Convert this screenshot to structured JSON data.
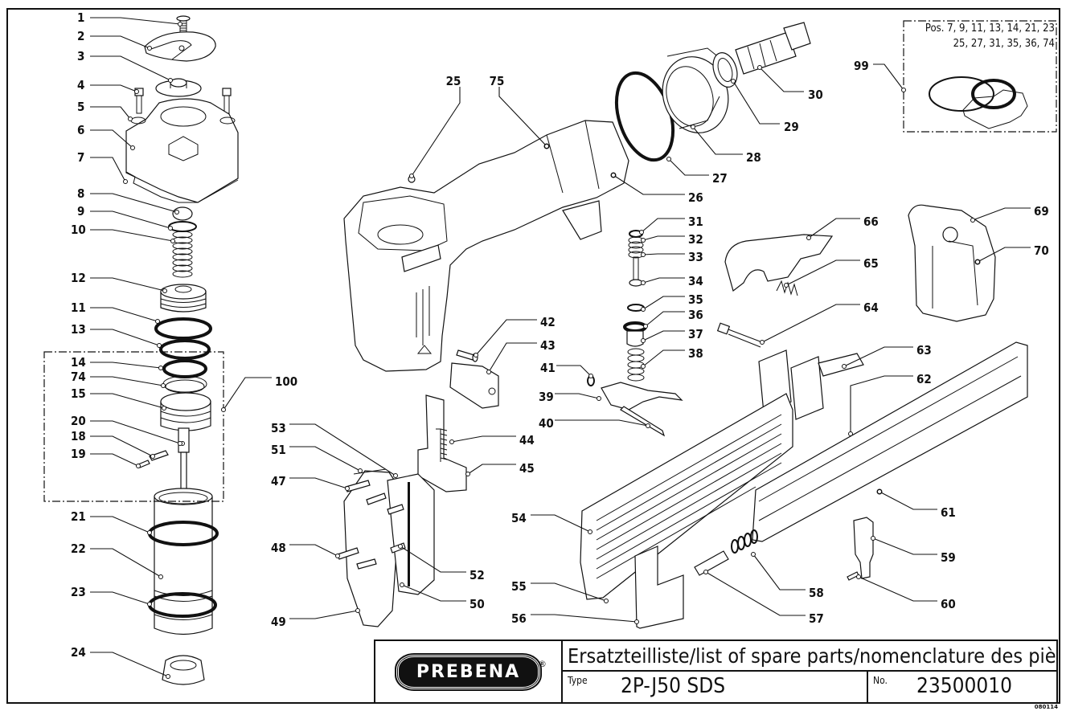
{
  "document": {
    "brand": "PREBENA",
    "registered_mark": "®",
    "title": "Ersatzteilliste/list of spare parts/nomenclature des pièces",
    "type_label": "Type",
    "type_value": "2P-J50 SDS",
    "number_label": "No.",
    "number_value": "23500010",
    "doc_code": "080114"
  },
  "kit_box": {
    "position_number": "99",
    "line1": "Pos. 7, 9, 11, 13, 14, 21, 23",
    "line2": "25, 27, 31, 35, 36, 74"
  },
  "assembly_group": {
    "position_number": "100",
    "contains": [
      "14",
      "74",
      "15",
      "20",
      "18",
      "19"
    ]
  },
  "part_labels": [
    {
      "id": "1"
    },
    {
      "id": "2"
    },
    {
      "id": "3"
    },
    {
      "id": "4"
    },
    {
      "id": "5"
    },
    {
      "id": "6"
    },
    {
      "id": "7"
    },
    {
      "id": "8"
    },
    {
      "id": "9"
    },
    {
      "id": "10"
    },
    {
      "id": "12"
    },
    {
      "id": "11"
    },
    {
      "id": "13"
    },
    {
      "id": "14"
    },
    {
      "id": "74"
    },
    {
      "id": "15"
    },
    {
      "id": "20"
    },
    {
      "id": "18"
    },
    {
      "id": "19"
    },
    {
      "id": "21"
    },
    {
      "id": "22"
    },
    {
      "id": "23"
    },
    {
      "id": "24"
    },
    {
      "id": "100"
    },
    {
      "id": "25"
    },
    {
      "id": "75"
    },
    {
      "id": "26"
    },
    {
      "id": "27"
    },
    {
      "id": "28"
    },
    {
      "id": "29"
    },
    {
      "id": "30"
    },
    {
      "id": "99"
    },
    {
      "id": "31"
    },
    {
      "id": "32"
    },
    {
      "id": "33"
    },
    {
      "id": "34"
    },
    {
      "id": "35"
    },
    {
      "id": "36"
    },
    {
      "id": "37"
    },
    {
      "id": "38"
    },
    {
      "id": "41"
    },
    {
      "id": "39"
    },
    {
      "id": "40"
    },
    {
      "id": "42"
    },
    {
      "id": "43"
    },
    {
      "id": "44"
    },
    {
      "id": "45"
    },
    {
      "id": "53"
    },
    {
      "id": "51"
    },
    {
      "id": "47"
    },
    {
      "id": "48"
    },
    {
      "id": "49"
    },
    {
      "id": "52"
    },
    {
      "id": "50"
    },
    {
      "id": "66"
    },
    {
      "id": "65"
    },
    {
      "id": "64"
    },
    {
      "id": "63"
    },
    {
      "id": "62"
    },
    {
      "id": "69"
    },
    {
      "id": "70"
    },
    {
      "id": "54"
    },
    {
      "id": "55"
    },
    {
      "id": "56"
    },
    {
      "id": "57"
    },
    {
      "id": "58"
    },
    {
      "id": "59"
    },
    {
      "id": "60"
    },
    {
      "id": "61"
    }
  ]
}
